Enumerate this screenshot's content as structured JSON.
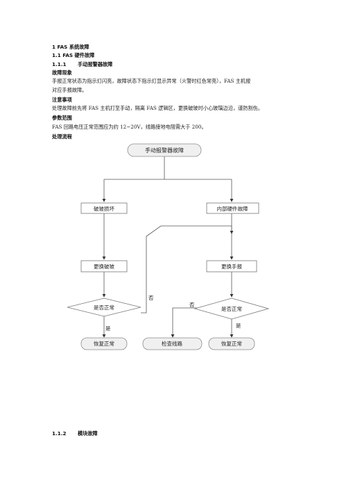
{
  "heading_1": "1 FAS 系统故障",
  "heading_1_1": "1.1  FAS 硬件故障",
  "heading_1_1_1": {
    "num": "1.1.1",
    "title": "手动报警器故障"
  },
  "sections": {
    "phenomenon": {
      "title": "故障现象",
      "line1": "手报正常状态为指示灯闪亮，故障状态下指示灯显示异常（火警时红色常亮），FAS 主机报",
      "line2": "对应手报故障。"
    },
    "notes": {
      "title": "注意事项",
      "line1": "处理故障前先将 FAS 主机打至手动，隔离 FAS 逻辑区，更换破玻时小心玻璃边沿，谨防割伤。"
    },
    "params": {
      "title": "参数范围",
      "line1": "FAS 回路电压正常范围应为约 12~20V，线路接地电阻需大于 200。"
    },
    "flow": {
      "title": "处理流程"
    }
  },
  "flowchart": {
    "start": "手动报警器故障",
    "left_1": "破玻损坏",
    "right_1": "内部硬件故障",
    "left_2": "更换破玻",
    "right_2": "更换手报",
    "left_check": "是否正常",
    "right_check": "是否正常",
    "no_label_left": "否",
    "no_label_right": "否",
    "yes_label_left": "是",
    "yes_label_right": "是",
    "end_left": "恢复正常",
    "end_mid": "检查线路",
    "end_right": "恢复正常"
  },
  "heading_1_1_2": {
    "num": "1.1.2",
    "title": "模块故障"
  }
}
